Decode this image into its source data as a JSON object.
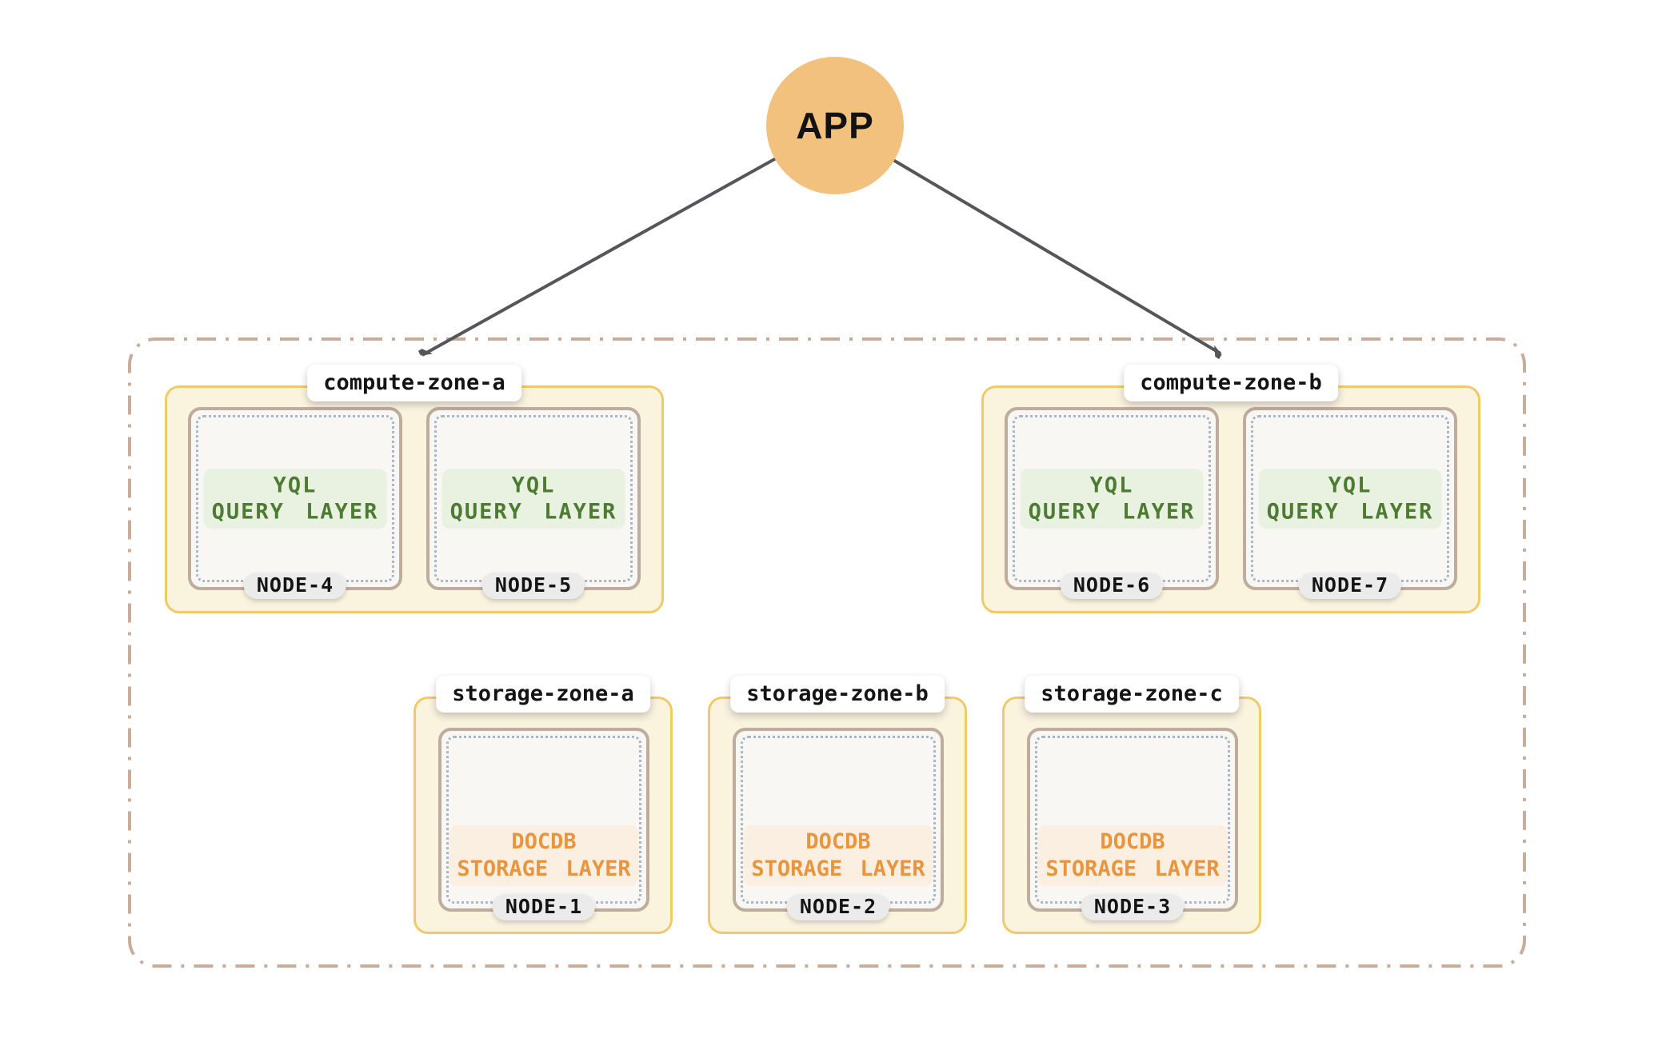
{
  "diagram": {
    "app_label": "APP",
    "compute_zones": [
      {
        "label": "compute-zone-a",
        "nodes": [
          {
            "id": "NODE-4",
            "layer": [
              "YQL",
              "QUERY LAYER"
            ]
          },
          {
            "id": "NODE-5",
            "layer": [
              "YQL",
              "QUERY LAYER"
            ]
          }
        ]
      },
      {
        "label": "compute-zone-b",
        "nodes": [
          {
            "id": "NODE-6",
            "layer": [
              "YQL",
              "QUERY LAYER"
            ]
          },
          {
            "id": "NODE-7",
            "layer": [
              "YQL",
              "QUERY LAYER"
            ]
          }
        ]
      }
    ],
    "storage_zones": [
      {
        "label": "storage-zone-a",
        "nodes": [
          {
            "id": "NODE-1",
            "layer": [
              "DOCDB",
              "STORAGE LAYER"
            ]
          }
        ]
      },
      {
        "label": "storage-zone-b",
        "nodes": [
          {
            "id": "NODE-2",
            "layer": [
              "DOCDB",
              "STORAGE LAYER"
            ]
          }
        ]
      },
      {
        "label": "storage-zone-c",
        "nodes": [
          {
            "id": "NODE-3",
            "layer": [
              "DOCDB",
              "STORAGE LAYER"
            ]
          }
        ]
      }
    ],
    "colors": {
      "app_circle": "#F2C17E",
      "arrow": "#55565A",
      "boundary_dash": "#C9AD9B",
      "zone_fill": "#FAF3DE",
      "zone_border": "#EFCB68",
      "node_fill": "#F8F7F3",
      "node_border": "#BEAC9E",
      "node_dots": "#A9B6C8",
      "query_text": "#4C7B31",
      "query_fill": "#E9F2E1",
      "storage_text": "#E9953E",
      "storage_fill": "#FAEFE0"
    }
  }
}
